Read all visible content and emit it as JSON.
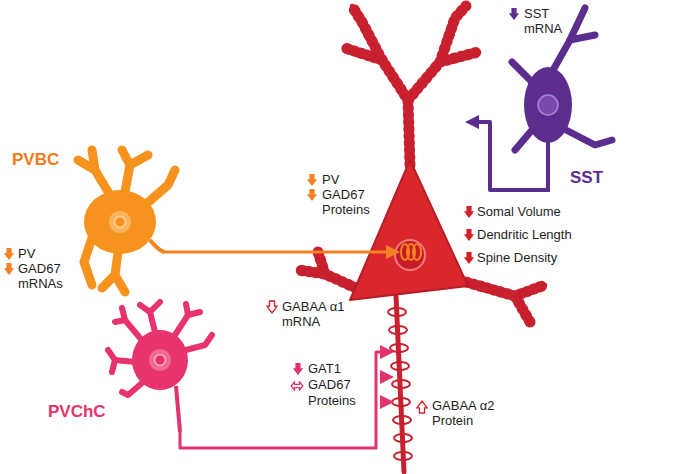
{
  "diagram": {
    "nodes": [
      {
        "text": [
          "PVBC",
          "PV GAD67 mRNAs"
        ]
      },
      {
        "text": [
          "Somal Volume",
          "Dendritic Length",
          "Spine Density"
        ]
      },
      {
        "text": [
          "SST",
          "SST mRNA"
        ]
      },
      {
        "text": [
          "PVChC"
        ]
      }
    ],
    "edges": [
      {
        "from": 0,
        "to": 1,
        "arrow": "to"
      },
      {
        "from": 2,
        "to": 1,
        "arrow": "to"
      },
      {
        "from": 3,
        "to": 1,
        "arrow": "to"
      }
    ],
    "labels": [
      "PV GAD67 Proteins",
      "GABAA α1 mRNA",
      "GAT1 GAD67 Proteins",
      "GABAA α2 Protein"
    ]
  }
}
